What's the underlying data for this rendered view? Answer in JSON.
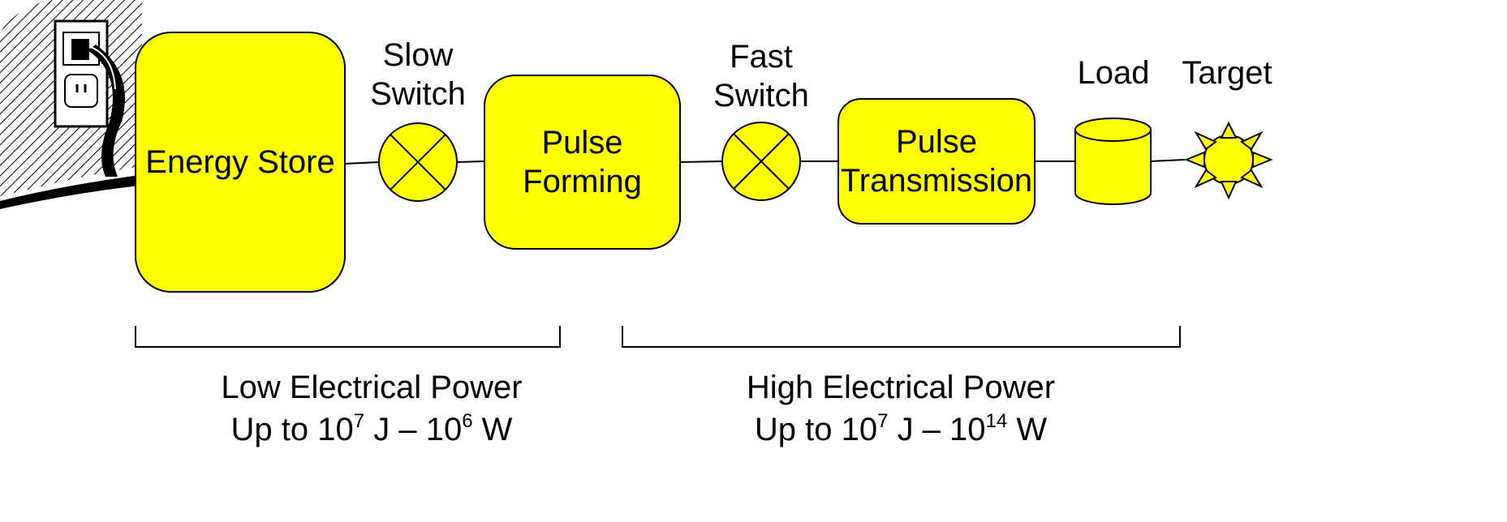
{
  "blocks": {
    "energy_store": "Energy Store",
    "pulse_forming": [
      "Pulse",
      "Forming"
    ],
    "pulse_transmission": [
      "Pulse",
      "Transmission"
    ]
  },
  "labels": {
    "slow_switch": [
      "Slow",
      "Switch"
    ],
    "fast_switch": [
      "Fast",
      "Switch"
    ],
    "load": "Load",
    "target": "Target"
  },
  "sections": {
    "low": {
      "title": "Low Electrical Power",
      "prefix": "Up to 10",
      "energy_exp": "7",
      "middle": " J – 10",
      "power_exp": "6",
      "suffix": " W"
    },
    "high": {
      "title": "High Electrical Power",
      "prefix": "Up to 10",
      "energy_exp": "7",
      "middle": " J – 10",
      "power_exp": "14",
      "suffix": " W"
    }
  },
  "colors": {
    "block_fill": "#ffff00",
    "stroke": "#000000"
  },
  "icons": [
    "wall-outlet-icon",
    "switch-icon",
    "load-cylinder-icon",
    "target-sun-icon"
  ]
}
